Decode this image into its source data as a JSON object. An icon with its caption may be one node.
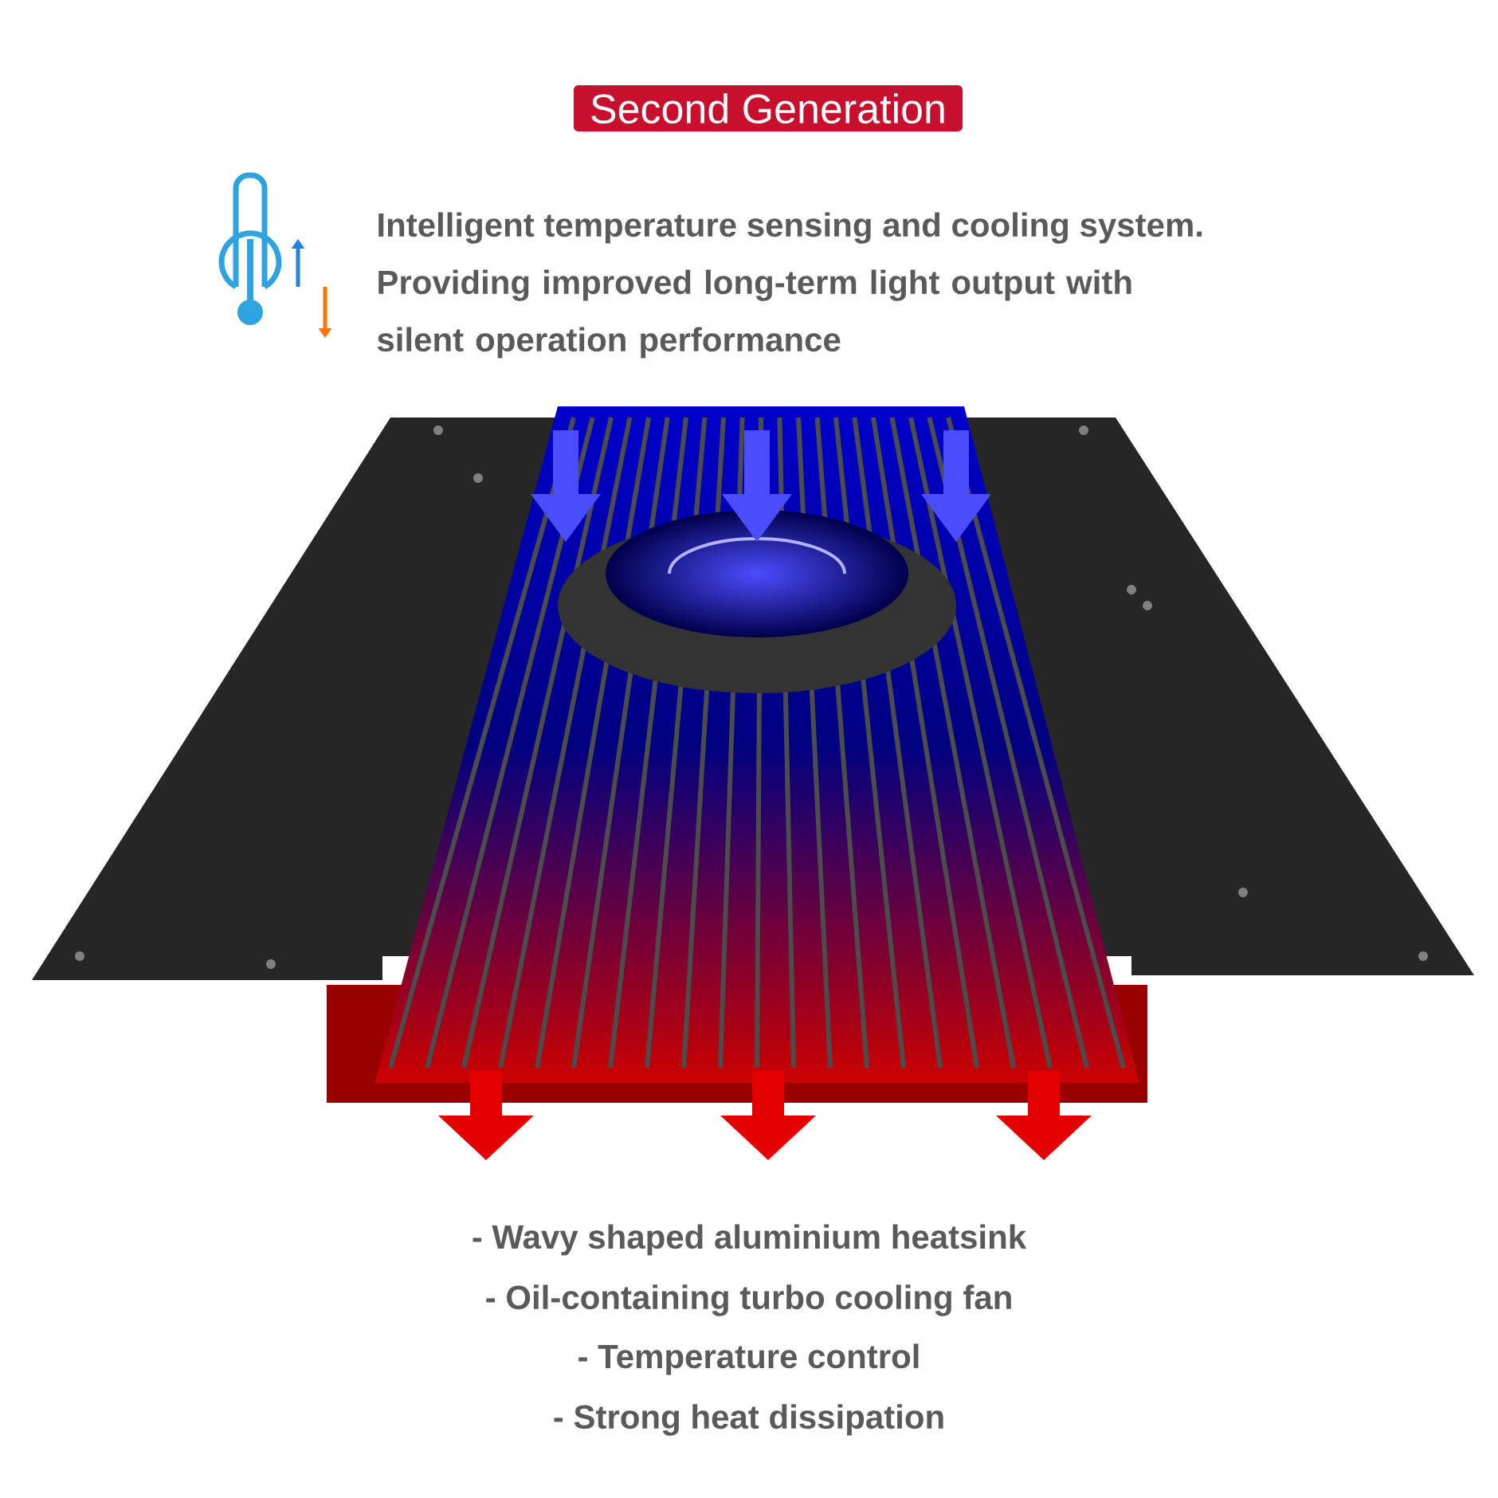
{
  "diagram": {
    "title": "Second Generation",
    "labels": [
      "Intelligent temperature sensing and cooling system.",
      "Providing improved long-term light output with silent operation performance",
      "- Wavy shaped aluminium heatsink",
      "- Oil-containing turbo cooling fan",
      "- Temperature control",
      "- Strong heat dissipation"
    ]
  }
}
